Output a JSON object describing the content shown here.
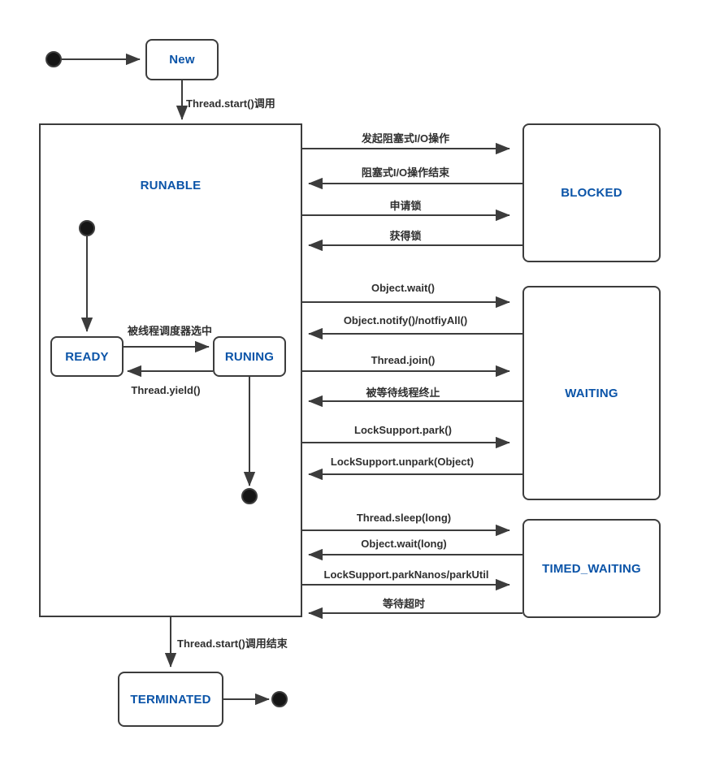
{
  "diagram": {
    "states": {
      "new": "New",
      "runable": "RUNABLE",
      "ready": "READY",
      "runing": "RUNING",
      "blocked": "BLOCKED",
      "waiting": "WAITING",
      "timed_waiting": "TIMED_WAITING",
      "terminated": "TERMINATED"
    },
    "transitions": {
      "thread_start": "Thread.start()调用",
      "scheduler_selected": "被线程调度器选中",
      "thread_yield": "Thread.yield()",
      "blocking_io_start": "发起阻塞式I/O操作",
      "blocking_io_end": "阻塞式I/O操作结束",
      "apply_lock": "申请锁",
      "acquire_lock": "获得锁",
      "object_wait": "Object.wait()",
      "object_notify": "Object.notify()/notfiyAll()",
      "thread_join": "Thread.join()",
      "waited_thread_terminated": "被等待线程终止",
      "locksupport_park": "LockSupport.park()",
      "locksupport_unpark": "LockSupport.unpark(Object)",
      "thread_sleep": "Thread.sleep(long)",
      "object_wait_long": "Object.wait(long)",
      "locksupport_parknanos": "LockSupport.parkNanos/parkUtil",
      "wait_timeout": "等待超时",
      "thread_start_end": "Thread.start()调用结束"
    },
    "colors": {
      "state_text": "#0b54a8",
      "line": "#3c3c3c",
      "label_text": "#2f2f2f",
      "background": "#ffffff"
    }
  }
}
